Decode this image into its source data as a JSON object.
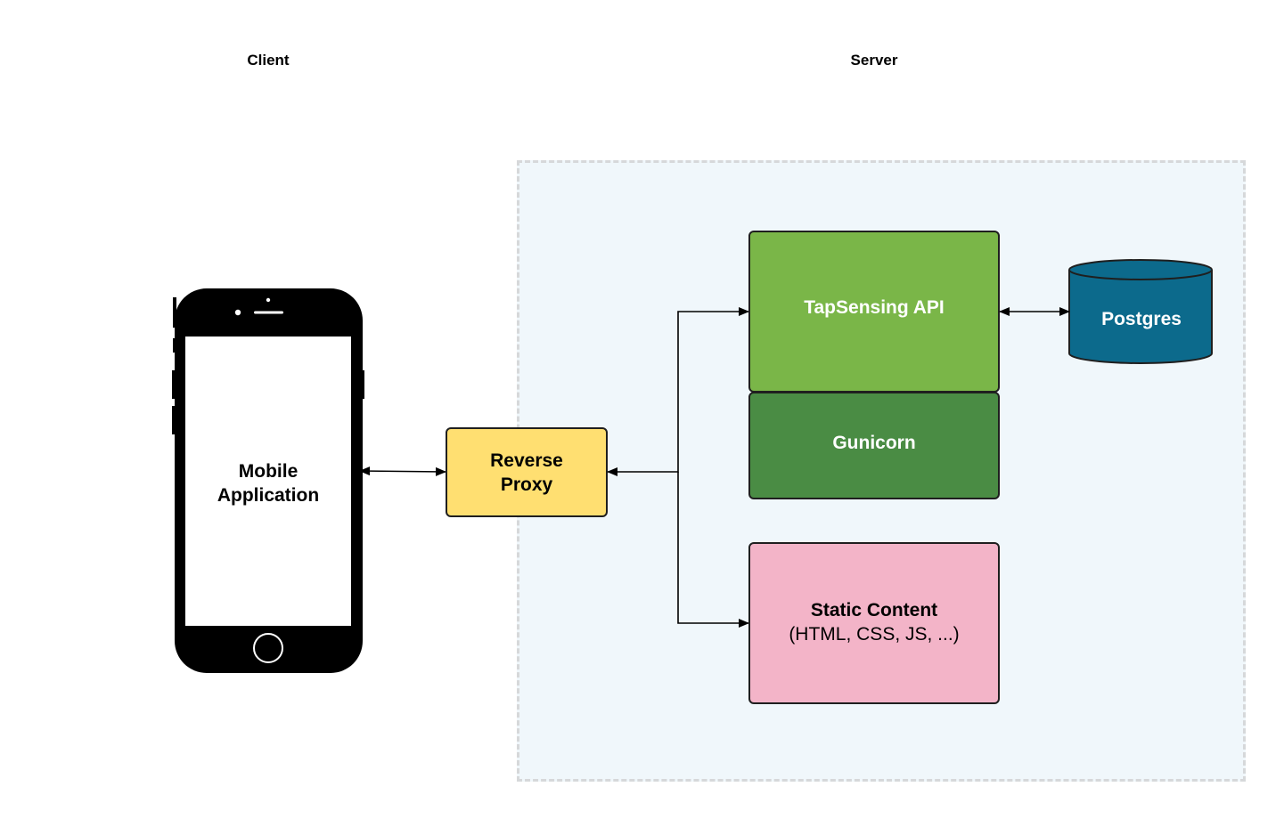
{
  "columns": {
    "client": "Client",
    "server": "Server"
  },
  "nodes": {
    "mobile_app": [
      "Mobile",
      "Application"
    ],
    "reverse_proxy": [
      "Reverse",
      "Proxy"
    ],
    "api": "TapSensing API",
    "gunicorn": "Gunicorn",
    "static_content": {
      "title": "Static Content",
      "subtitle": "(HTML, CSS, JS, ...)"
    },
    "database": "Postgres"
  },
  "edges": [
    {
      "from": "mobile_app",
      "to": "reverse_proxy",
      "direction": "both"
    },
    {
      "from": "reverse_proxy",
      "to": "api",
      "direction": "both"
    },
    {
      "from": "reverse_proxy",
      "to": "static_content",
      "direction": "both"
    },
    {
      "from": "api",
      "to": "database",
      "direction": "both"
    }
  ],
  "colors": {
    "server_zone_fill": "#f0f7fb",
    "server_zone_border": "#d6d8da",
    "proxy": "#ffdf71",
    "api": "#7ab648",
    "gunicorn": "#4a8c44",
    "static": "#f3b4c8",
    "database": "#0c6a8c",
    "phone": "#000000"
  },
  "icons": {
    "phone": "smartphone-icon",
    "database": "database-cylinder-icon"
  }
}
